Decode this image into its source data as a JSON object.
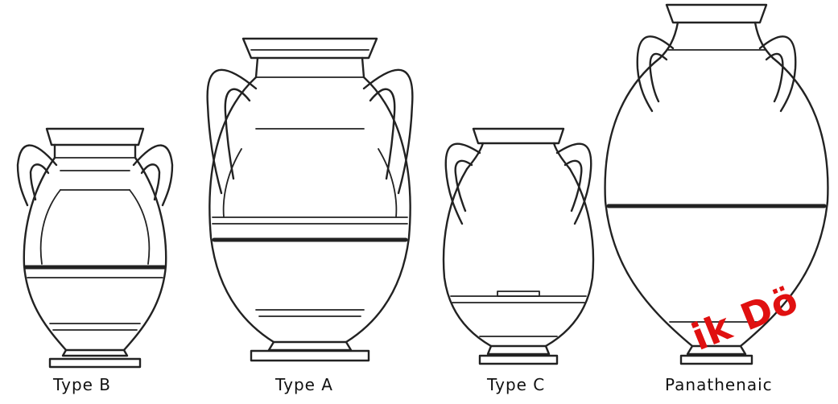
{
  "figure": {
    "labels": {
      "type_b": "Type B",
      "type_a": "Type A",
      "type_c": "Type C",
      "panathenaic": "Panathenaic"
    },
    "watermark_text": "ik Dö",
    "watermark_color": "#e01010"
  }
}
